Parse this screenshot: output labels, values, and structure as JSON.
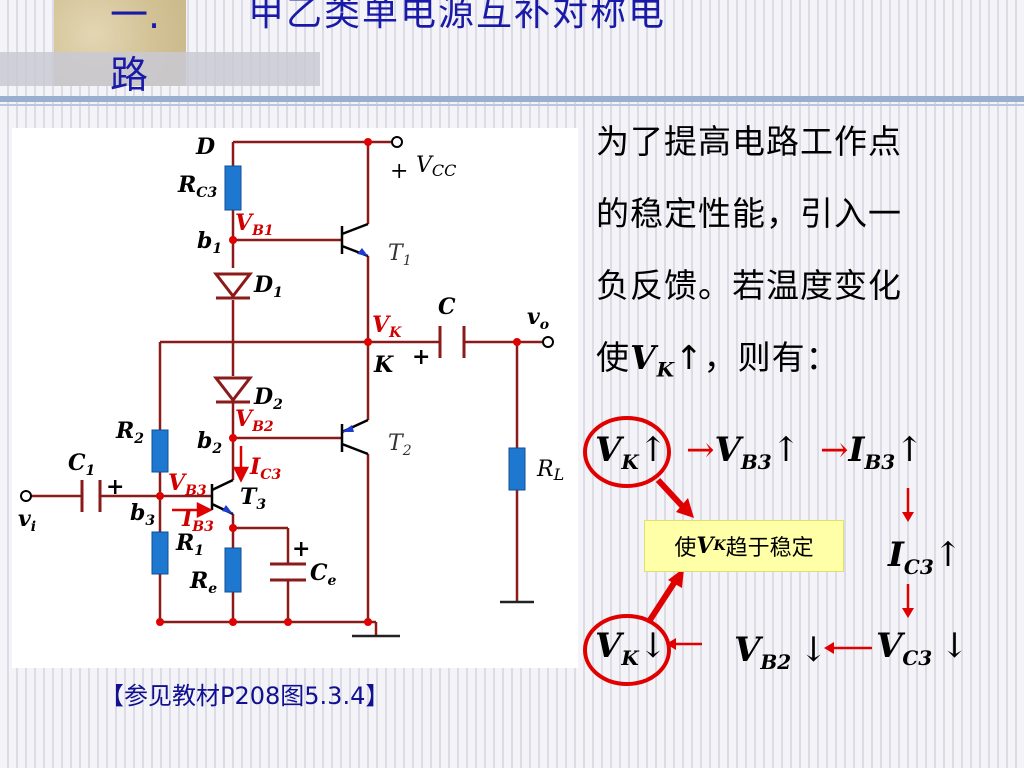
{
  "title": {
    "number": "一.",
    "line2": "路",
    "text": "甲乙类单电源互补对称电"
  },
  "explanation": {
    "line1": "为了提高电路工作点",
    "line2": "的稳定性能，引入一",
    "line3": "负反馈。若温度变化",
    "line4_prefix": "使",
    "line4_var": "V",
    "line4_sub": "K",
    "line4_suffix": "↑，则有："
  },
  "reference": "【参见教材P208图5.3.4】",
  "flow": {
    "vk_up": {
      "var": "V",
      "sub": "K",
      "arrow": "↑"
    },
    "vb3_up": {
      "pre": "→",
      "var": "V",
      "sub": "B3",
      "arrow": "↑"
    },
    "ib3_up": {
      "pre": "→",
      "var": "I",
      "sub": "B3",
      "arrow": "↑"
    },
    "ic3_up": {
      "var": "I",
      "sub": "C3",
      "arrow": "↑"
    },
    "vc3_down": {
      "var": "V",
      "sub": "C3",
      "arrow": "↓"
    },
    "vb2_down": {
      "var": "V",
      "sub": "B2",
      "arrow": "↓"
    },
    "vk_down": {
      "var": "V",
      "sub": "K",
      "arrow": "↓"
    },
    "stable": {
      "prefix": "使",
      "var": "V",
      "sub": "K",
      "suffix": "趋于稳定"
    }
  },
  "circuit": {
    "D": "D",
    "RC3": "R",
    "RC3_sub": "C3",
    "VB1": "V",
    "VB1_sub": "B1",
    "b1": "b",
    "b1_sub": "1",
    "D1": "D",
    "D1_sub": "1",
    "T1": "T",
    "T1_sub": "1",
    "VCC_plus": "+",
    "VCC": "V",
    "VCC_sub": "CC",
    "C": "C",
    "vo": "v",
    "vo_sub": "o",
    "VK": "V",
    "VK_sub": "K",
    "K": "K",
    "C_plus": "+",
    "D2": "D",
    "D2_sub": "2",
    "R2": "R",
    "R2_sub": "2",
    "VB2": "V",
    "VB2_sub": "B2",
    "b2": "b",
    "b2_sub": "2",
    "T2": "T",
    "T2_sub": "2",
    "C1": "C",
    "C1_sub": "1",
    "C1_plus": "+",
    "VB3": "V",
    "VB3_sub": "B3",
    "IC3": "I",
    "IC3_sub": "C3",
    "T3": "T",
    "T3_sub": "3",
    "RL": "R",
    "RL_sub": "L",
    "vi": "v",
    "vi_sub": "i",
    "b3": "b",
    "b3_sub": "3",
    "IB3": "I",
    "IB3_sub": "B3",
    "R1": "R",
    "R1_sub": "1",
    "Ce_plus": "+",
    "Re": "R",
    "Re_sub": "e",
    "Ce": "C",
    "Ce_sub": "e"
  },
  "colors": {
    "wire": "#8b1a1a",
    "resistor": "#1e78d0",
    "node": "#e00000",
    "title": "#1a1aa8",
    "highlight_box": "#ffffa8"
  }
}
